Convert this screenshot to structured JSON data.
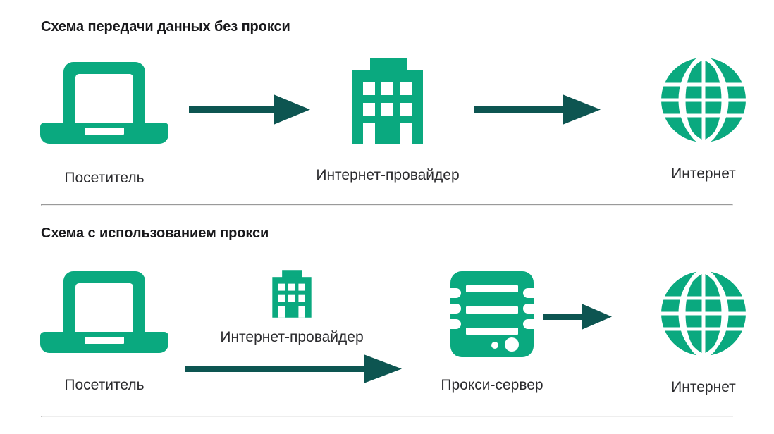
{
  "colors": {
    "icon_green": "#0aa97f",
    "arrow_teal": "#0d5551",
    "heading": "#18181b",
    "label": "#2b2b2e",
    "divider": "#e6e7e9",
    "background": "#ffffff"
  },
  "sections": [
    {
      "id": "no-proxy",
      "title": "Схема передачи данных без прокси",
      "nodes": [
        {
          "key": "visitor",
          "icon": "laptop-icon",
          "label": "Посетитель"
        },
        {
          "key": "isp",
          "icon": "building-icon",
          "label": "Интернет-провайдер"
        },
        {
          "key": "internet",
          "icon": "globe-icon",
          "label": "Интернет"
        }
      ],
      "arrows": [
        {
          "from": "visitor",
          "to": "isp",
          "direction": "right"
        },
        {
          "from": "isp",
          "to": "internet",
          "direction": "right"
        }
      ]
    },
    {
      "id": "with-proxy",
      "title": "Схема с использованием прокси",
      "nodes": [
        {
          "key": "visitor",
          "icon": "laptop-icon",
          "label": "Посетитель"
        },
        {
          "key": "isp",
          "icon": "building-icon",
          "label": "Интернет-провайдер"
        },
        {
          "key": "proxy",
          "icon": "server-icon",
          "label": "Прокси-сервер"
        },
        {
          "key": "internet",
          "icon": "globe-icon",
          "label": "Интернет"
        }
      ],
      "arrows": [
        {
          "from": "visitor",
          "to": "proxy",
          "direction": "right"
        },
        {
          "from": "proxy",
          "to": "internet",
          "direction": "right"
        }
      ]
    }
  ]
}
